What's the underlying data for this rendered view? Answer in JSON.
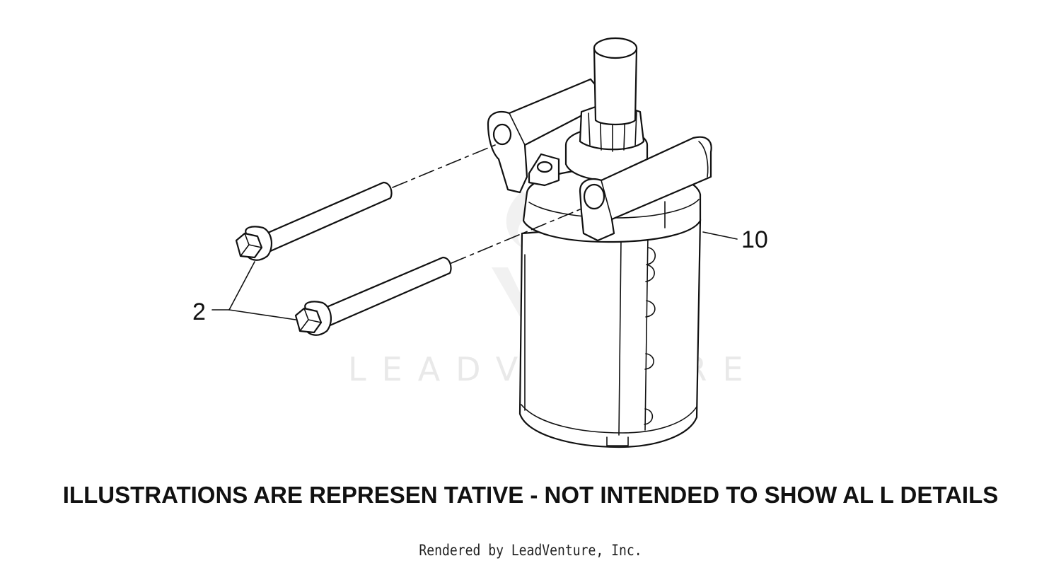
{
  "diagram": {
    "callouts": [
      {
        "id": "callout-2",
        "label": "2"
      },
      {
        "id": "callout-10",
        "label": "10"
      }
    ],
    "watermark": {
      "text": "LEADVENTURE"
    },
    "colors": {
      "line": "#111111",
      "watermark": "#e9e9e9",
      "background": "#ffffff"
    }
  },
  "disclaimer": "ILLUSTRATIONS ARE REPRESEN TATIVE - NOT INTENDED TO SHOW AL L DETAILS",
  "footer": "Rendered by LeadVenture, Inc."
}
